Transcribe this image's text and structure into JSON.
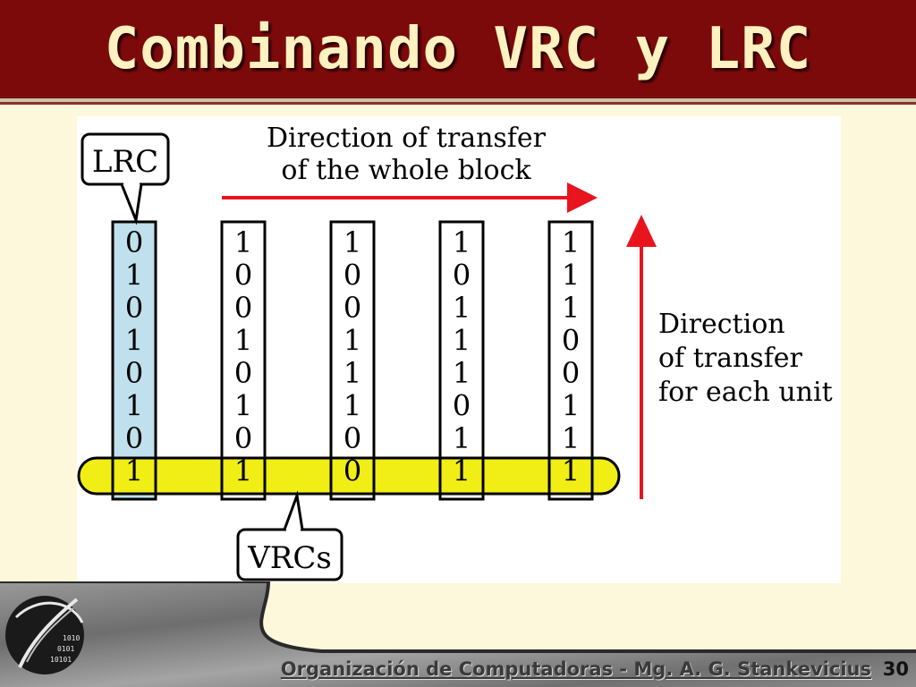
{
  "slide": {
    "title": "Combinando VRC y LRC",
    "footer_text": "Organización de Computadoras - Mg. A. G. Stankevicius",
    "page_number": "30"
  },
  "diagram": {
    "lrc_label": "LRC",
    "vrcs_label": "VRCs",
    "block_direction_line1": "Direction of transfer",
    "block_direction_line2": "of the whole block",
    "unit_direction_line1": "Direction",
    "unit_direction_line2": "of transfer",
    "unit_direction_line3": "for each unit",
    "columns": [
      [
        "0",
        "1",
        "0",
        "1",
        "0",
        "1",
        "0",
        "1"
      ],
      [
        "1",
        "0",
        "0",
        "1",
        "0",
        "1",
        "0",
        "1"
      ],
      [
        "1",
        "0",
        "0",
        "1",
        "1",
        "1",
        "0",
        "0"
      ],
      [
        "1",
        "0",
        "1",
        "1",
        "1",
        "0",
        "1",
        "1"
      ],
      [
        "1",
        "1",
        "1",
        "0",
        "0",
        "1",
        "1",
        "1"
      ]
    ],
    "colors": {
      "arrow": "#e8141e",
      "lrc_column_fill": "#bfe0ec",
      "vrc_band_fill": "#f0ee14",
      "header": "#7d0a0a"
    }
  }
}
